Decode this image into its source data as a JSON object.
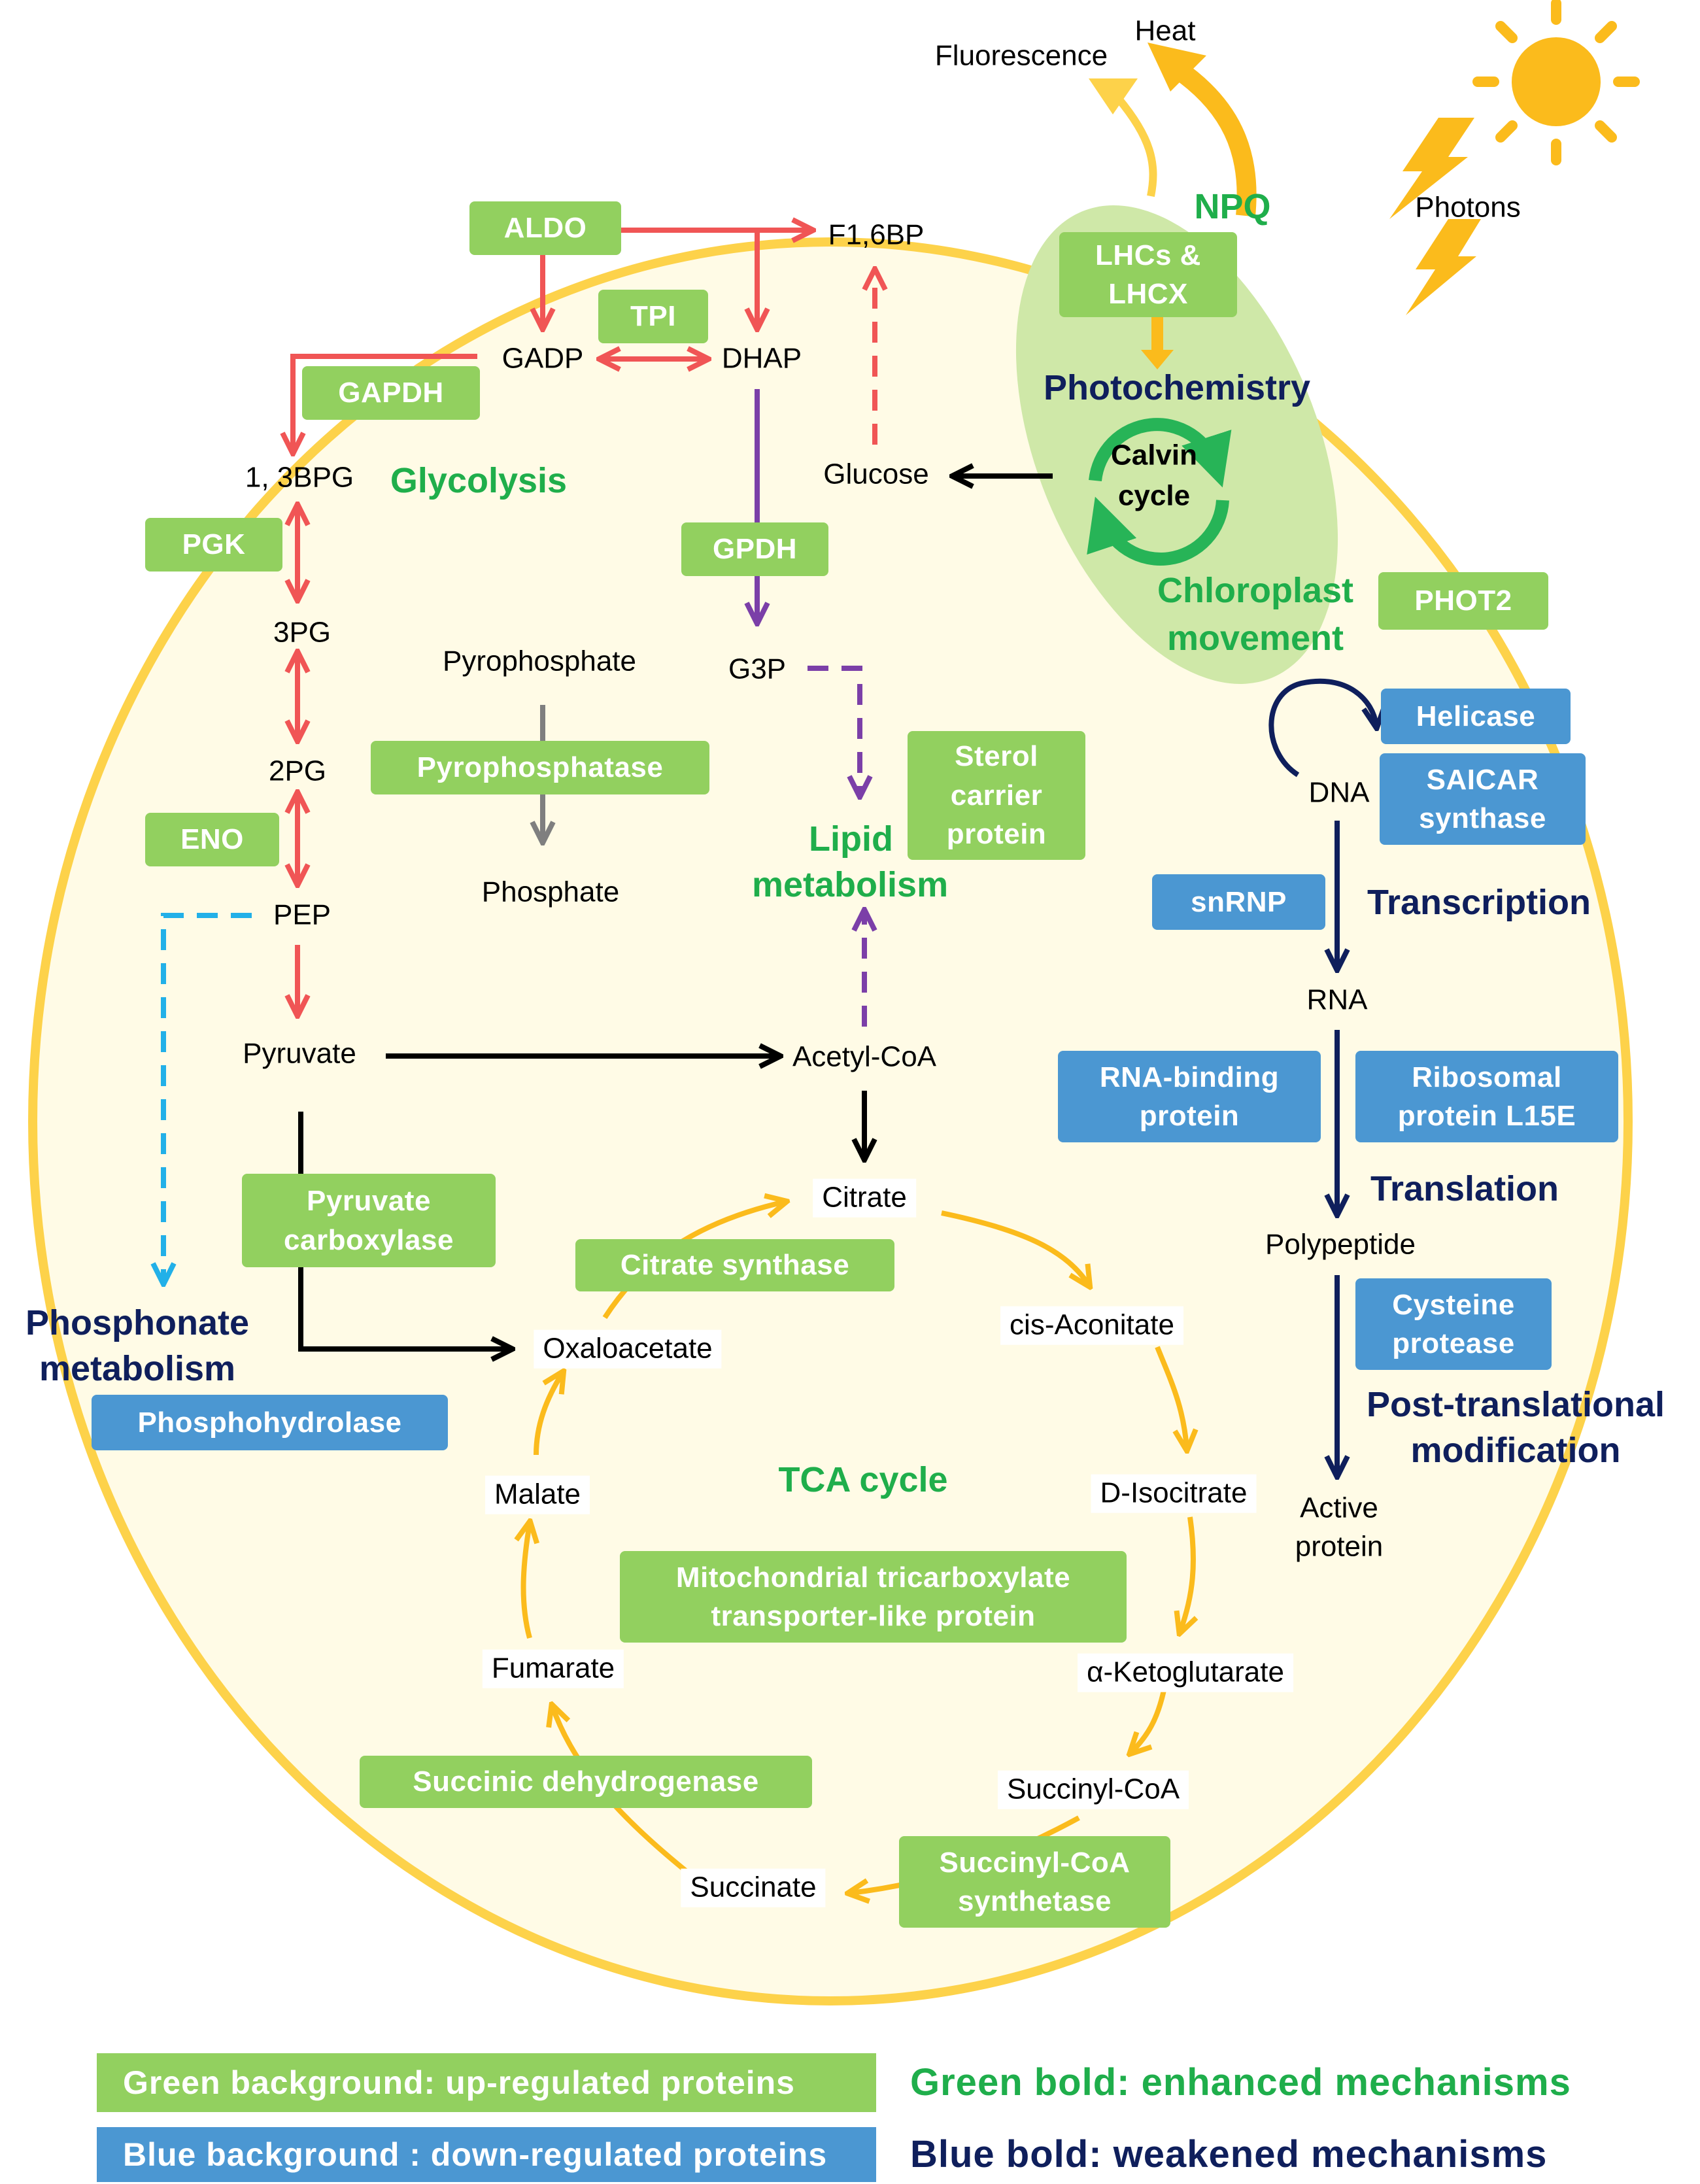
{
  "outside": {
    "heat": "Heat",
    "fluorescence": "Fluorescence",
    "photons": "Photons"
  },
  "mechanisms": {
    "npq": "NPQ",
    "photochemistry": "Photochemistry",
    "calvin_line1": "Calvin",
    "calvin_line2": "cycle",
    "chloroplast_line1": "Chloroplast",
    "chloroplast_line2": "movement",
    "glycolysis": "Glycolysis",
    "lipid_line1": "Lipid",
    "lipid_line2": "metabolism",
    "phosphonate_line1": "Phosphonate",
    "phosphonate_line2": "metabolism",
    "tca": "TCA cycle",
    "transcription": "Transcription",
    "translation": "Translation",
    "ptm_line1": "Post-translational",
    "ptm_line2": "modification"
  },
  "metabolites": {
    "f16bp": "F1,6BP",
    "gadp": "GADP",
    "dhap": "DHAP",
    "bpg13": "1, 3BPG",
    "pg3": "3PG",
    "pg2": "2PG",
    "pep": "PEP",
    "pyruvate": "Pyruvate",
    "glucose": "Glucose",
    "g3p": "G3P",
    "pyrophosphate": "Pyrophosphate",
    "phosphate": "Phosphate",
    "acetyl_coa": "Acetyl-CoA",
    "citrate": "Citrate",
    "cis_aconitate": "cis-Aconitate",
    "d_isocitrate": "D-Isocitrate",
    "ketoglutarate": "α-Ketoglutarate",
    "succinyl_coa": "Succinyl-CoA",
    "succinate": "Succinate",
    "fumarate": "Fumarate",
    "malate": "Malate",
    "oxaloacetate": "Oxaloacetate",
    "dna": "DNA",
    "rna": "RNA",
    "polypeptide": "Polypeptide",
    "active_line1": "Active",
    "active_line2": "protein"
  },
  "proteins_up": {
    "aldo": "ALDO",
    "tpi": "TPI",
    "gapdh": "GAPDH",
    "pgk": "PGK",
    "eno": "ENO",
    "gpdh": "GPDH",
    "pyrophosphatase": "Pyrophosphatase",
    "sterol_line1": "Sterol",
    "sterol_line2": "carrier",
    "sterol_line3": "protein",
    "lhc_line1": "LHCs &",
    "lhc_line2": "LHCX",
    "phot2": "PHOT2",
    "pyruvate_carb_line1": "Pyruvate",
    "pyruvate_carb_line2": "carboxylase",
    "citrate_synthase": "Citrate synthase",
    "mito_line1": "Mitochondrial tricarboxylate",
    "mito_line2": "transporter-like protein",
    "succ_dh": "Succinic dehydrogenase",
    "succ_coa_line1": "Succinyl-CoA",
    "succ_coa_line2": "synthetase"
  },
  "proteins_down": {
    "helicase": "Helicase",
    "saicar_line1": "SAICAR",
    "saicar_line2": "synthase",
    "snrnp": "snRNP",
    "rna_binding_line1": "RNA-binding",
    "rna_binding_line2": "protein",
    "ribosomal_line1": "Ribosomal",
    "ribosomal_line2": "protein L15E",
    "cysteine_line1": "Cysteine",
    "cysteine_line2": "protease",
    "phosphohydrolase": "Phosphohydrolase"
  },
  "legend": {
    "green_bg": "Green background: up-regulated proteins",
    "blue_bg": "Blue background : down-regulated proteins",
    "green_bold": "Green bold: enhanced mechanisms",
    "blue_bold": "Blue bold: weakened mechanisms"
  },
  "colors": {
    "cell_fill": "#fffbe6",
    "cell_border": "#fdd24a",
    "up_box": "#92d05f",
    "down_box": "#4b97d2",
    "enhanced_text": "#1fae4b",
    "weakened_text": "#0f1f5c",
    "glycolysis_arrow": "#f05555",
    "lipid_arrow": "#7b3fa8",
    "tca_arrow": "#fbbb1c",
    "phosphonate_arrow": "#22b0e8"
  }
}
